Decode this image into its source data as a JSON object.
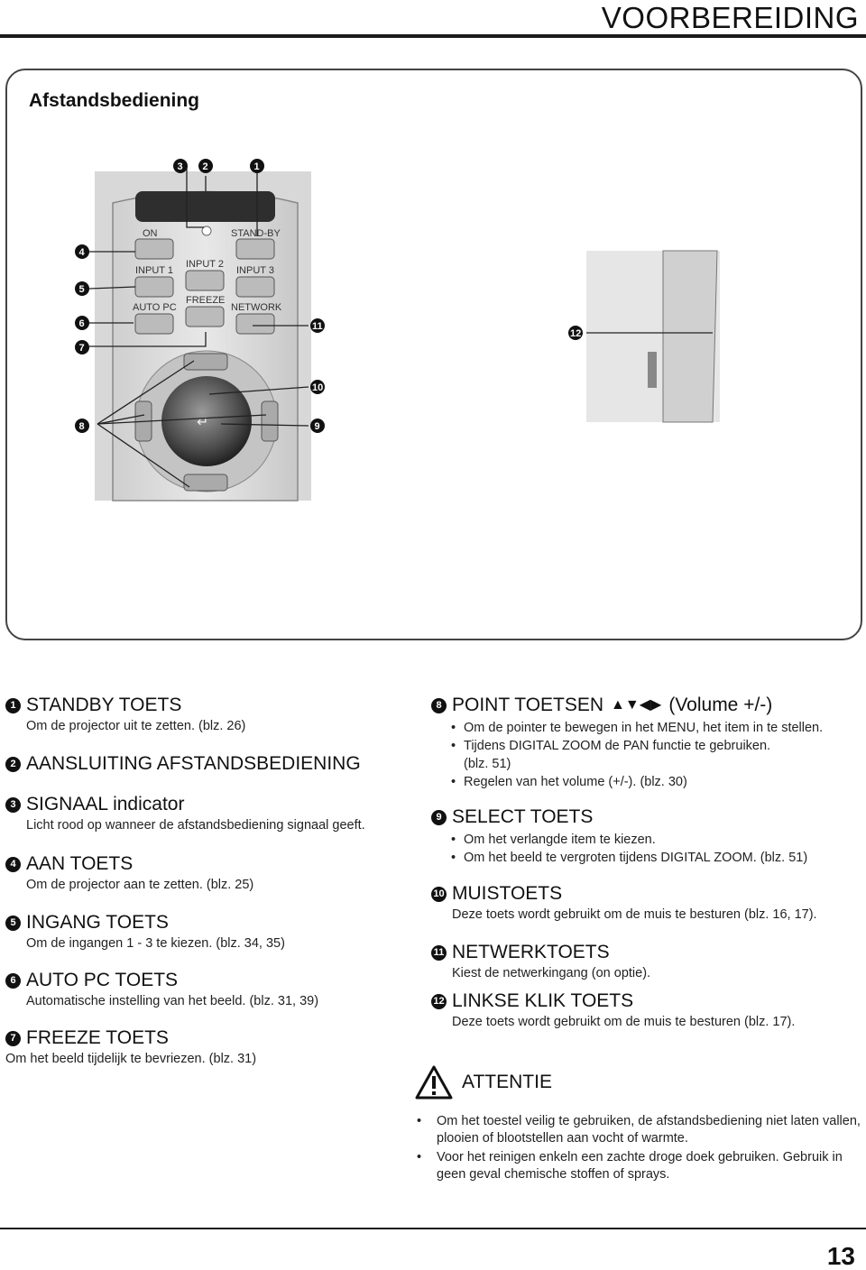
{
  "header": {
    "title": "VOORBEREIDING"
  },
  "figure": {
    "title": "Afstandsbediening",
    "remote_labels": {
      "on": "ON",
      "standby": "STAND-BY",
      "input1": "INPUT 1",
      "input2": "INPUT 2",
      "input3": "INPUT 3",
      "autopc": "AUTO PC",
      "freeze": "FREEZE",
      "network": "NETWORK"
    },
    "callouts": [
      "1",
      "2",
      "3",
      "4",
      "5",
      "6",
      "7",
      "8",
      "9",
      "10",
      "11",
      "12"
    ]
  },
  "left_sections": [
    {
      "num": "1",
      "title": "STANDBY TOETS",
      "desc": "Om de projector uit te zetten. (blz. 26)"
    },
    {
      "num": "2",
      "title": "AANSLUITING AFSTANDSBEDIENING",
      "desc": ""
    },
    {
      "num": "3",
      "title": "SIGNAAL indicator",
      "desc": "Licht rood op wanneer de afstandsbediening signaal geeft."
    },
    {
      "num": "4",
      "title": "AAN TOETS",
      "desc": "Om de projector aan  te zetten. (blz. 25)"
    },
    {
      "num": "5",
      "title": "INGANG TOETS",
      "desc": "Om de ingangen 1 - 3 te kiezen. (blz. 34, 35)"
    },
    {
      "num": "6",
      "title": "AUTO PC TOETS",
      "desc": "Automatische instelling van het beeld. (blz. 31, 39)"
    },
    {
      "num": "7",
      "title": "FREEZE TOETS",
      "desc": "Om het beeld tijdelijk te bevriezen. (blz. 31)"
    }
  ],
  "right_sections": {
    "s8": {
      "num": "8",
      "title": "POINT TOETSEN",
      "arrows": "▲▼◀▶",
      "suffix": "(Volume +/-)",
      "bullets": [
        "Om de pointer te bewegen in het MENU, het item in te stellen.",
        "Tijdens DIGITAL ZOOM de PAN functie te gebruiken.",
        "(blz. 51)",
        "Regelen van het volume (+/-). (blz. 30)"
      ]
    },
    "s9": {
      "num": "9",
      "title": "SELECT TOETS",
      "bullets": [
        "Om het verlangde item te kiezen.",
        "Om het beeld te vergroten tijdens DIGITAL ZOOM. (blz. 51)"
      ]
    },
    "s10": {
      "num": "10",
      "title": "MUISTOETS",
      "desc": "Deze toets wordt gebruikt om de muis te besturen (blz. 16, 17)."
    },
    "s11": {
      "num": "11",
      "title": "NETWERKTOETS",
      "desc": "Kiest de netwerkingang (on optie)."
    },
    "s12": {
      "num": "12",
      "title": "LINKSE KLIK TOETS",
      "desc": "Deze toets wordt gebruikt om de muis te besturen (blz. 17)."
    }
  },
  "caution": {
    "label": "ATTENTIE",
    "items": [
      "Om het toestel veilig te gebruiken, de afstandsbediening niet laten vallen, plooien of blootstellen aan vocht of warmte.",
      "Voor het reinigen enkeln een zachte droge doek gebruiken. Gebruik in geen geval chemische stoffen of sprays."
    ]
  },
  "footer": {
    "page_number": "13"
  }
}
